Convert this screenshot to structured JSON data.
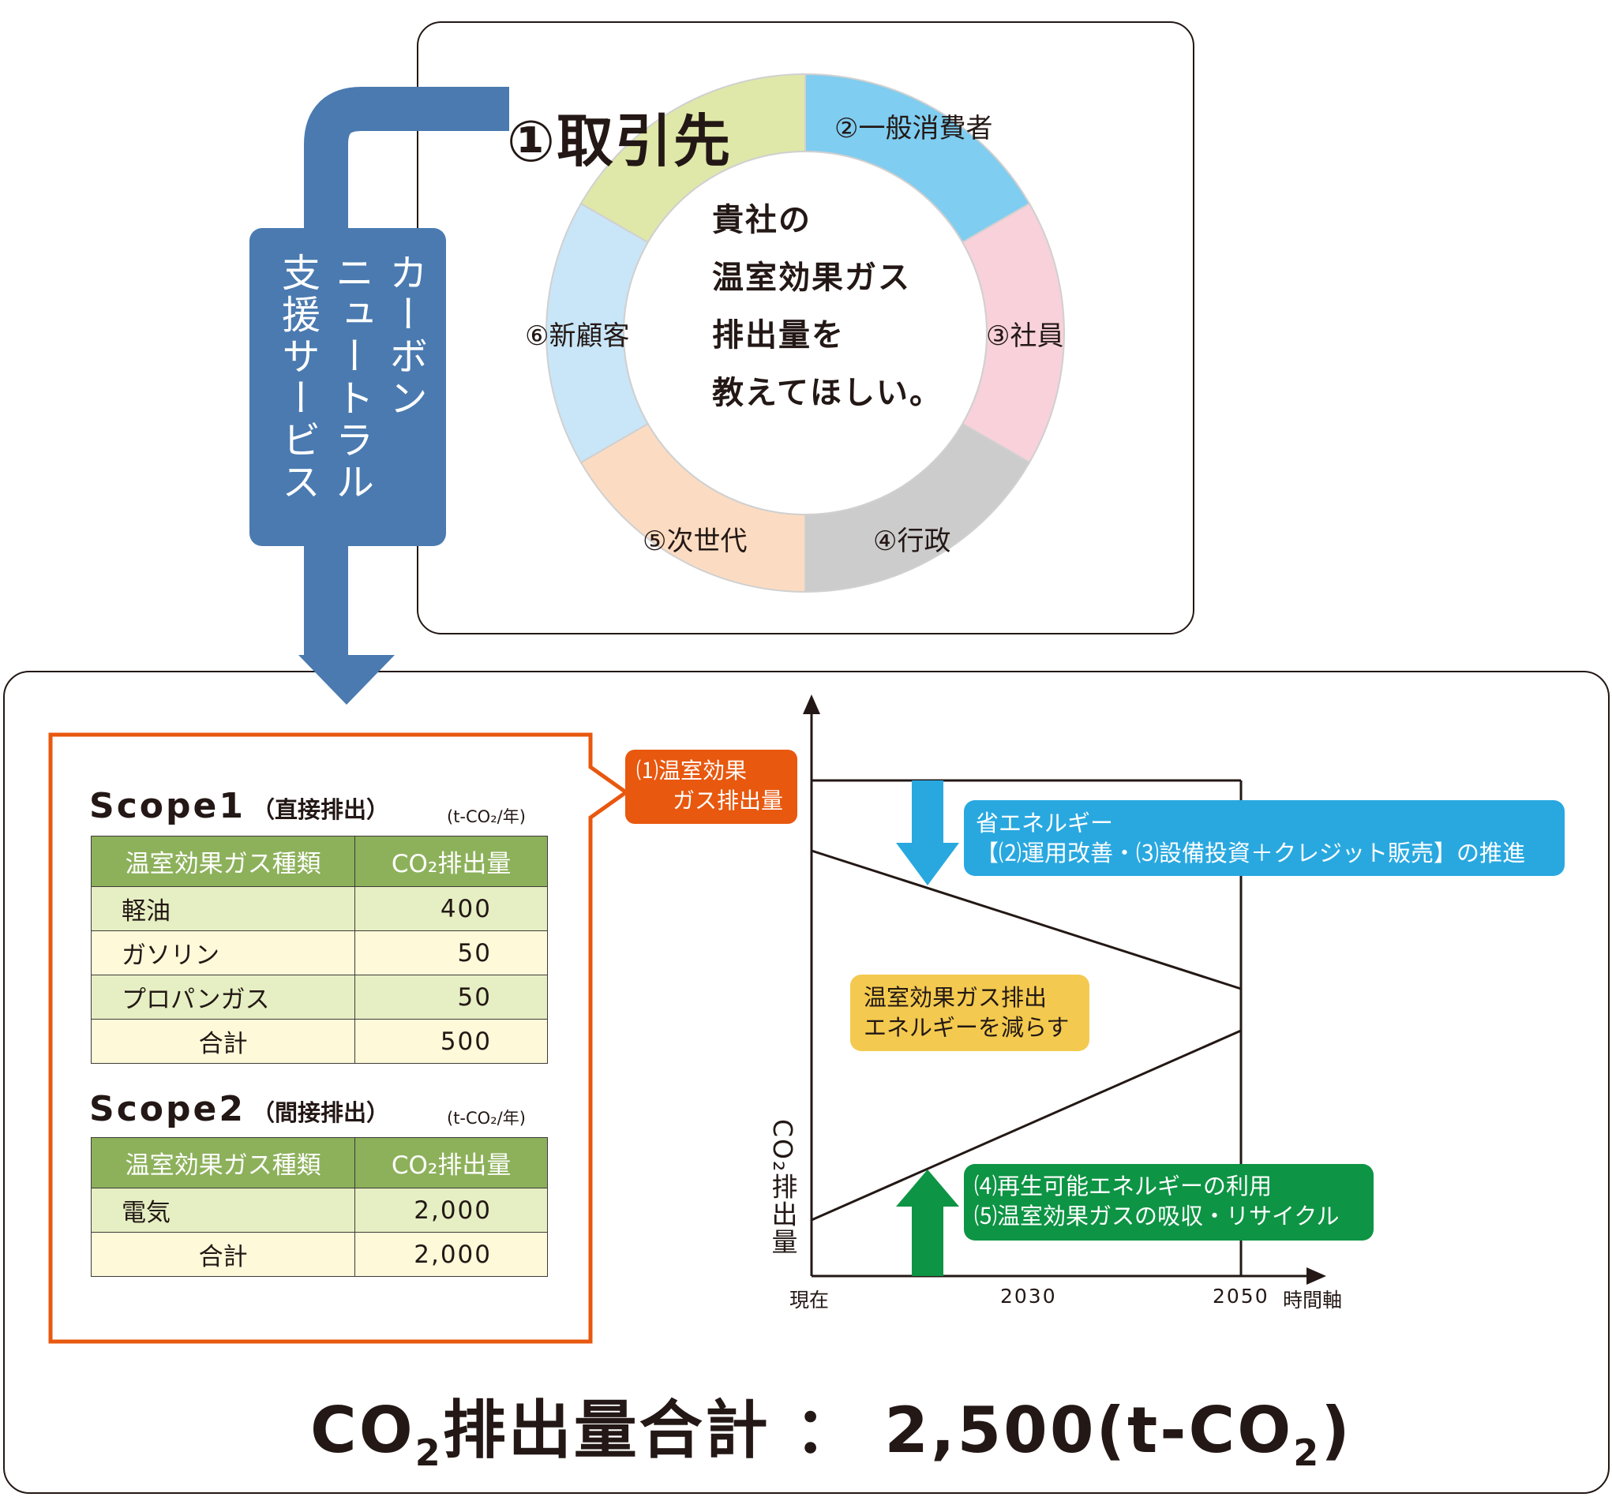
{
  "top_panel": {
    "highlight_label": "①取引先",
    "segments": [
      {
        "label": "②一般消費者",
        "color": "#7fcdf0"
      },
      {
        "label": "③社員",
        "color": "#f8d1db"
      },
      {
        "label": "④行政",
        "color": "#cccccc"
      },
      {
        "label": "⑤次世代",
        "color": "#fbdcc2"
      },
      {
        "label": "⑥新顧客",
        "color": "#c9e6f8"
      },
      {
        "label": "①取引先",
        "color": "#dfe8a8"
      }
    ],
    "center_text": [
      "貴社の",
      "温室効果ガス",
      "排出量を",
      "教えてほしい。"
    ]
  },
  "service_box": {
    "columns": [
      "カーボン",
      "ニュートラル",
      "支援サービス"
    ],
    "color": "#4a7ab0"
  },
  "scope1": {
    "title": "Scope1",
    "subtitle": "（直接排出）",
    "unit": "(t-CO₂/年)",
    "headers": [
      "温室効果ガス種類",
      "CO₂排出量"
    ],
    "rows": [
      {
        "name": "軽油",
        "value": "400"
      },
      {
        "name": "ガソリン",
        "value": "50"
      },
      {
        "name": "プロパンガス",
        "value": "50"
      }
    ],
    "total_label": "合計",
    "total_value": "500"
  },
  "scope2": {
    "title": "Scope2",
    "subtitle": "（間接排出）",
    "unit": "(t-CO₂/年)",
    "headers": [
      "温室効果ガス種類",
      "CO₂排出量"
    ],
    "rows": [
      {
        "name": "電気",
        "value": "2,000"
      }
    ],
    "total_label": "合計",
    "total_value": "2,000"
  },
  "callout_emissions": {
    "lines": [
      "⑴温室効果",
      "ガス排出量"
    ],
    "color": "#e8580f"
  },
  "chart": {
    "y_axis_label": "CO₂排出量",
    "x_ticks": [
      "現在",
      "2030",
      "2050"
    ],
    "x_axis_label": "時間軸",
    "reduce_box": {
      "lines": [
        "温室効果ガス排出",
        "エネルギーを減らす"
      ],
      "color": "#f3ca4f"
    },
    "savings_box": {
      "lines": [
        "省エネルギー",
        "【⑵運用改善・⑶設備投資＋クレジット販売】の推進"
      ],
      "color": "#29a8e0"
    },
    "renewable_box": {
      "lines": [
        "⑷再生可能エネルギーの利用",
        "⑸温室効果ガスの吸収・リサイクル"
      ],
      "color": "#0d9444"
    }
  },
  "total_line": {
    "prefix": "CO",
    "sub": "2",
    "text": "排出量合計 ： 2,500(t-CO",
    "sub2": "2",
    "end": ")"
  }
}
